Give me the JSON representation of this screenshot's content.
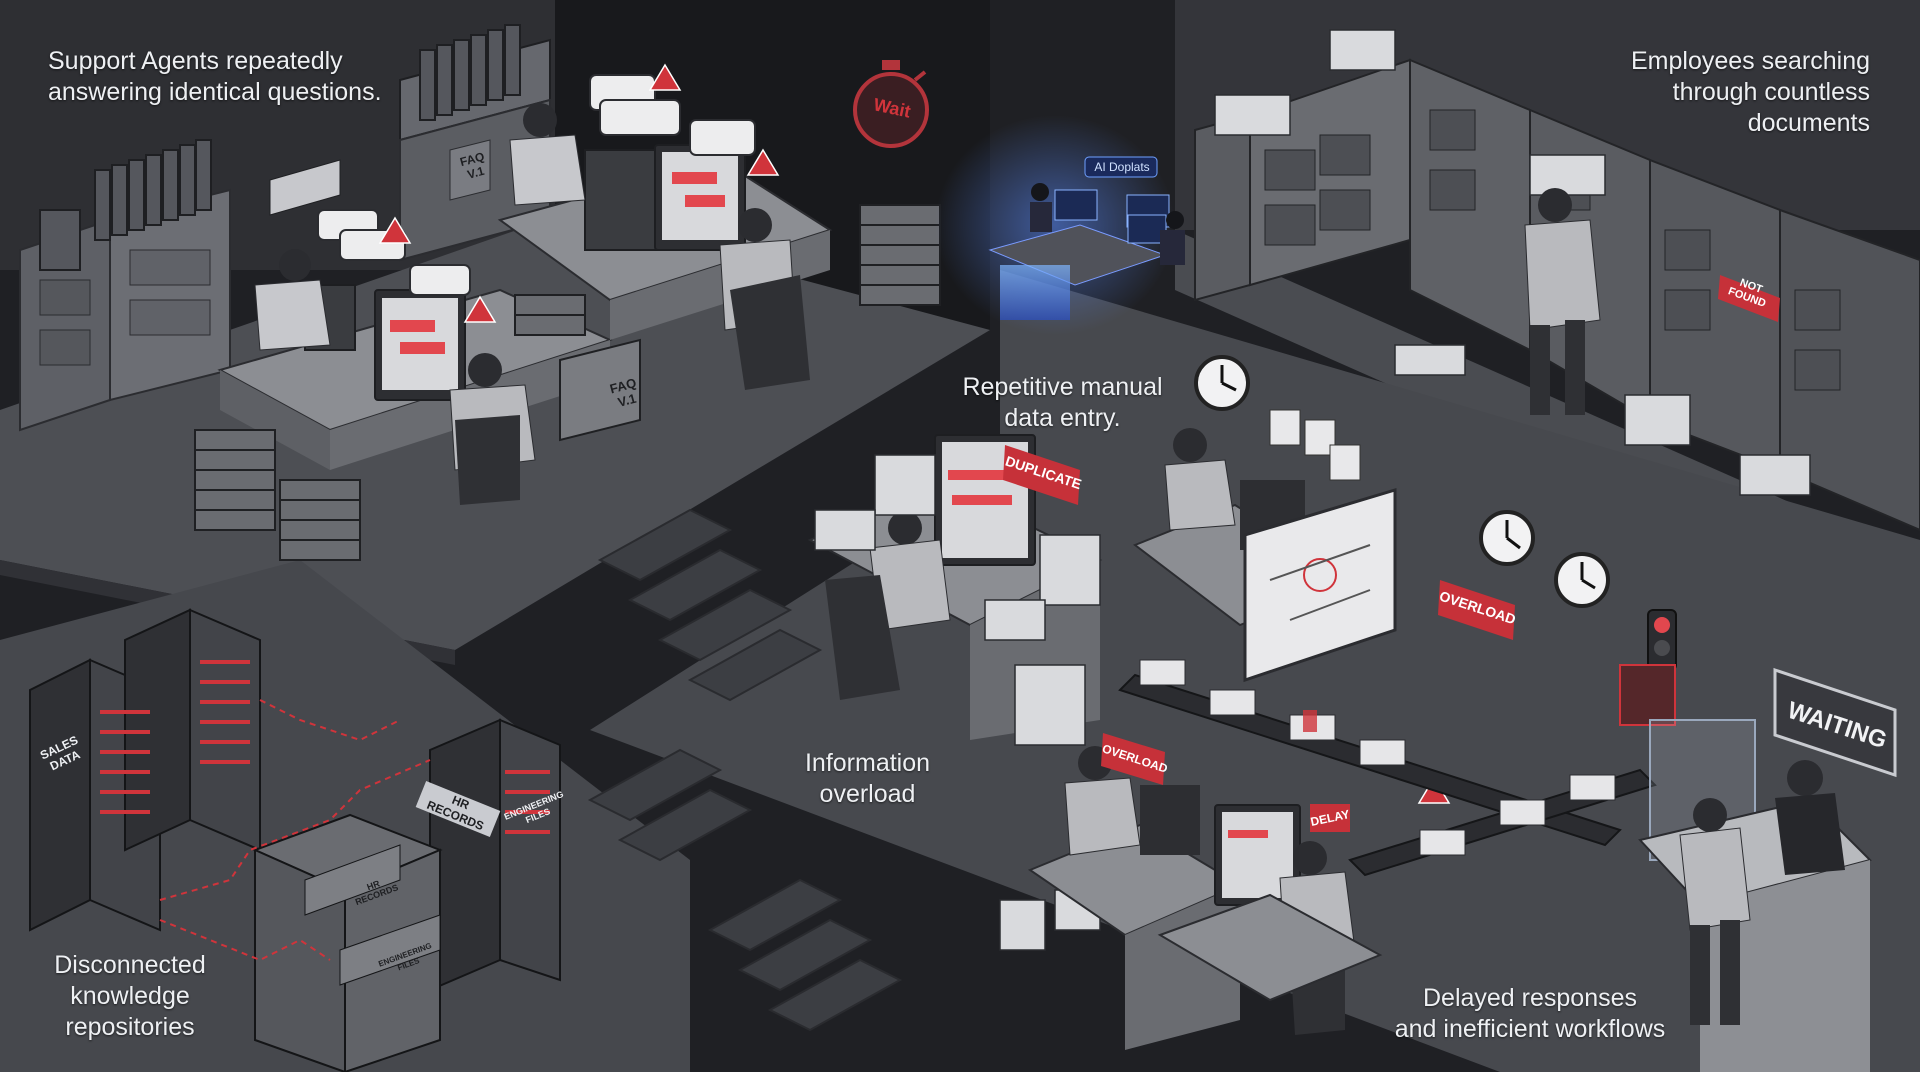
{
  "captions": {
    "support_agents": "Support Agents repeatedly\nanswering identical questions.",
    "employees_searching": "Employees searching\nthrough countless\ndocuments",
    "manual_entry": "Repetitive manual\ndata entry.",
    "info_overload": "Information\noverload",
    "disconnected": "Disconnected\nknowledge\nrepositories",
    "delayed": "Delayed responses\nand inefficient workflows"
  },
  "labels": {
    "wait": "Wait",
    "faq_top": "FAQ\nV.1",
    "faq_box": "FAQ\nV.1",
    "ai_badge": "AI Doplats",
    "not_found": "NOT FOUND",
    "duplicate": "DUPLICATE",
    "overload_right": "OVERLOAD",
    "overload_left": "OVERLOAD",
    "delay": "DELAY",
    "waiting": "WAITING",
    "sales_data": "SALES\nDATA",
    "hr_records_sign": "HR RECORDS",
    "hr_records_drawer": "HR RECORDS",
    "engineering_files_side": "ENGINEERING\nFILES",
    "engineering_files_drawer": "ENGINEERING\nFILES"
  },
  "colors": {
    "background": "#1f2024",
    "floor": "#4a4c51",
    "alert_red": "#d0343b",
    "glow_blue": "#3a7bff",
    "caption_text": "#eef0f3"
  }
}
